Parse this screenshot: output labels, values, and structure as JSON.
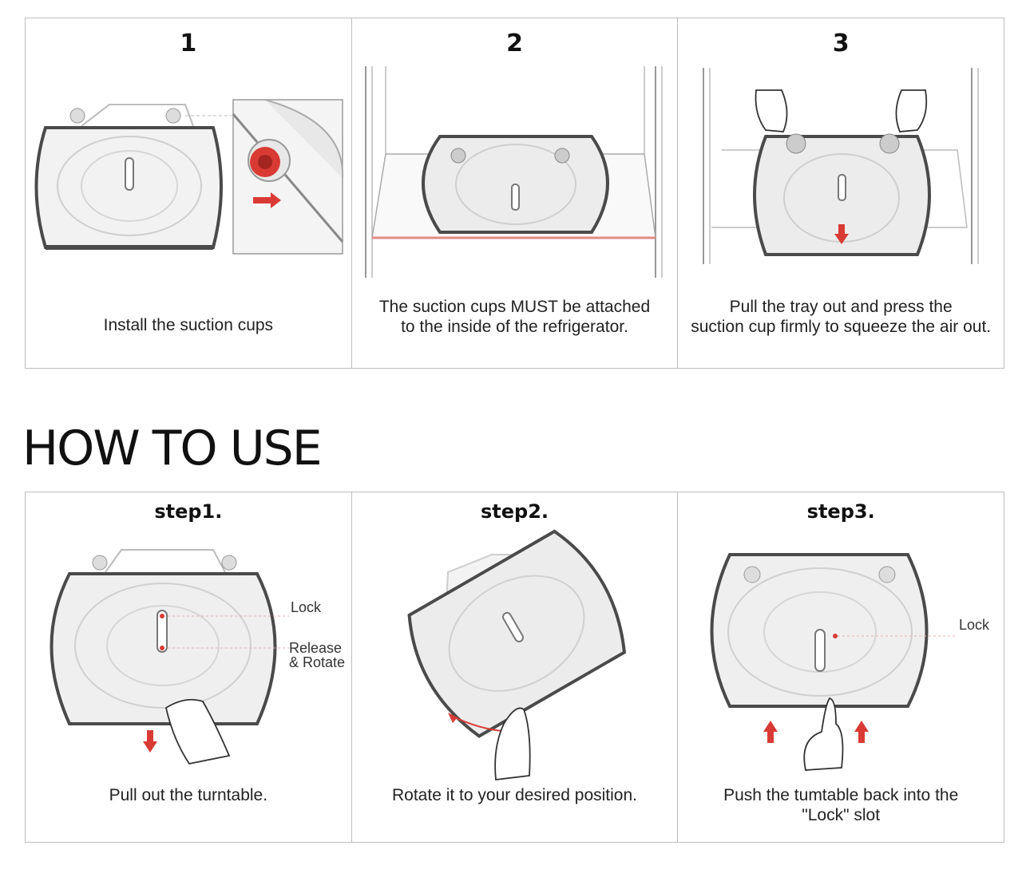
{
  "install": {
    "steps": [
      {
        "number": "1",
        "caption_lines": [
          "Install the suction cups"
        ]
      },
      {
        "number": "2",
        "caption_lines": [
          "The suction cups MUST be attached",
          "to the inside of the refrigerator."
        ]
      },
      {
        "number": "3",
        "caption_lines": [
          "Pull the tray out and press the",
          "suction cup firmly to squeeze the air out."
        ]
      }
    ]
  },
  "how_to_use": {
    "title": "HOW TO USE",
    "steps": [
      {
        "heading": "step1.",
        "caption_lines": [
          "Pull out the turntable."
        ],
        "labels": [
          "Lock",
          "Release",
          "& Rotate"
        ]
      },
      {
        "heading": "step2.",
        "caption_lines": [
          "Rotate it to your desired position."
        ]
      },
      {
        "heading": "step3.",
        "caption_lines": [
          "Push the tumtable back into the",
          "\"Lock\" slot"
        ],
        "labels": [
          "Lock"
        ]
      }
    ]
  },
  "colors": {
    "accent_red": "#d93a34",
    "frame_gray": "#bdbdbd",
    "tray_dark": "#4a4a4a"
  }
}
